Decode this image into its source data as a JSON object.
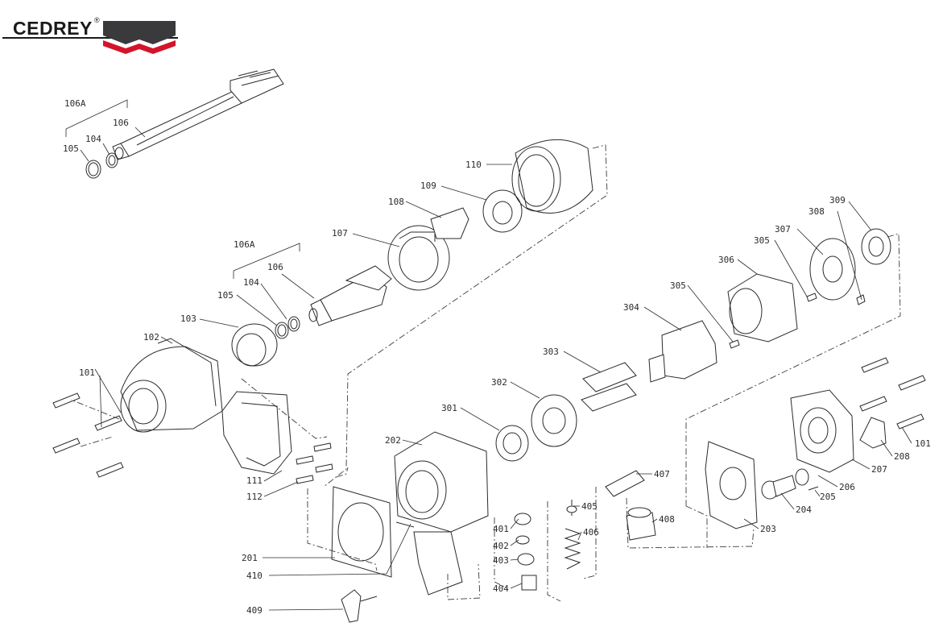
{
  "brand": {
    "name": "CEDREY",
    "mark": "®",
    "colors": {
      "dark": "#3a3a3c",
      "accent": "#d3152b",
      "text": "#1a1a1a"
    }
  },
  "labels": {
    "l106A_top": "106A",
    "l106_top": "106",
    "l104_top": "104",
    "l105_top": "105",
    "l110": "110",
    "l109": "109",
    "l108": "108",
    "l107": "107",
    "l106A_mid": "106A",
    "l106_mid": "106",
    "l104_mid": "104",
    "l105_mid": "105",
    "l103": "103",
    "l102": "102",
    "l101_left": "101",
    "l111": "111",
    "l112": "112",
    "l309": "309",
    "l308": "308",
    "l307": "307",
    "l305_a": "305",
    "l306": "306",
    "l305_b": "305",
    "l304": "304",
    "l303": "303",
    "l302": "302",
    "l301": "301",
    "l202": "202",
    "l407": "407",
    "l405": "405",
    "l401": "401",
    "l406": "406",
    "l402": "402",
    "l403": "403",
    "l404": "404",
    "l408": "408",
    "l201": "201",
    "l410": "410",
    "l409": "409",
    "l101_right": "101",
    "l208": "208",
    "l207": "207",
    "l206": "206",
    "l205": "205",
    "l204": "204",
    "l203": "203"
  }
}
